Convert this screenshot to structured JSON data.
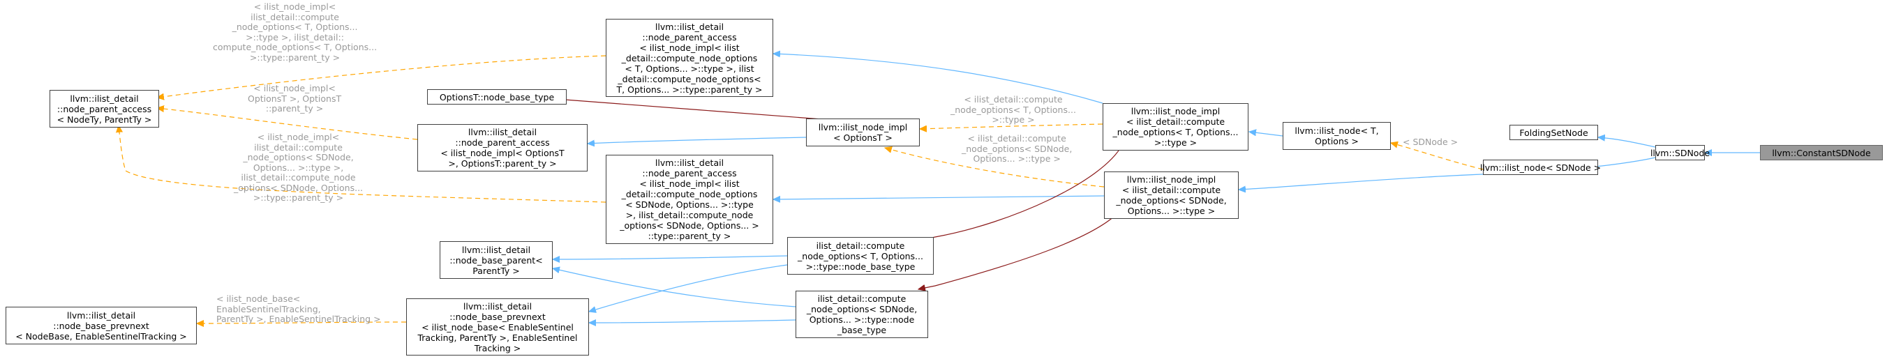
{
  "nodes": {
    "constantsdnode": "llvm::ConstantSDNode",
    "sdnode": "llvm::SDNode",
    "foldingsetnode": "FoldingSetNode",
    "ilist_node_sdnode": "llvm::ilist_node< SDNode >",
    "ilist_node_t": "llvm::ilist_node< T,\nOptions >",
    "ilist_node_impl_sdnode": "llvm::ilist_node_impl\n< ilist_detail::compute\n_node_options< SDNode,\nOptions... >::type >",
    "ilist_node_impl_t": "llvm::ilist_node_impl\n< ilist_detail::compute\n_node_options< T, Options...\n>::type >",
    "ilist_node_impl_optionst": "llvm::ilist_node_impl\n< OptionsT >",
    "optionst_node_base_type": "OptionsT::node_base_type",
    "npa_generic": "llvm::ilist_detail\n::node_parent_access\n< NodeTy, ParentTy >",
    "npa_optionst": "llvm::ilist_detail\n::node_parent_access\n< ilist_node_impl< OptionsT\n>, OptionsT::parent_ty >",
    "npa_t": "llvm::ilist_detail\n::node_parent_access\n< ilist_node_impl< ilist\n_detail::compute_node_options\n< T, Options... >::type >, ilist\n_detail::compute_node_options<\nT, Options... >::type::parent_ty >",
    "npa_sdnode": "llvm::ilist_detail\n::node_parent_access\n< ilist_node_impl< ilist\n_detail::compute_node_options\n< SDNode, Options... >::type\n>, ilist_detail::compute_node\n_options< SDNode, Options... >\n::type::parent_ty >",
    "nbp_parent": "llvm::ilist_detail\n::node_base_parent<\nParentTy >",
    "nbp_generic": "llvm::ilist_detail\n::node_base_prevnext\n< NodeBase, EnableSentinelTracking >",
    "nbp_prevnext": "llvm::ilist_detail\n::node_base_prevnext\n< ilist_node_base< EnableSentinel\nTracking, ParentTy >, EnableSentinel\nTracking >",
    "cno_t": "ilist_detail::compute\n_node_options< T, Options...\n>::type::node_base_type",
    "cno_sdnode": "ilist_detail::compute\n_node_options< SDNode,\nOptions... >::type::node\n_base_type"
  },
  "edge_labels": {
    "sdnode_template": "< SDNode >",
    "impl_compute_t": "< ilist_detail::compute\n_node_options< T, Options...\n>::type >",
    "impl_compute_sdnode": "< ilist_detail::compute\n_node_options< SDNode,\nOptions... >::type >",
    "npa_t_args": "< ilist_node_impl<\nilist_detail::compute\n_node_options< T, Options...\n>::type >, ilist_detail::\ncompute_node_options< T, Options...\n>::type::parent_ty >",
    "npa_optionst_args": "< ilist_node_impl<\nOptionsT >, OptionsT\n::parent_ty >",
    "npa_sdnode_args": "< ilist_node_impl<\nilist_detail::compute\n_node_options< SDNode,\nOptions... >::type >,\nilist_detail::compute_node\n_options< SDNode, Options...\n>::type::parent_ty >",
    "prevnext_args": "< ilist_node_base<\nEnableSentinelTracking,\nParentTy >, EnableSentinelTracking >"
  },
  "colors": {
    "inherit": "#63b8ff",
    "template": "#ffa500",
    "usage": "#8b1a1a",
    "label": "#9a9a9a",
    "highlight_fill": "#999999"
  }
}
